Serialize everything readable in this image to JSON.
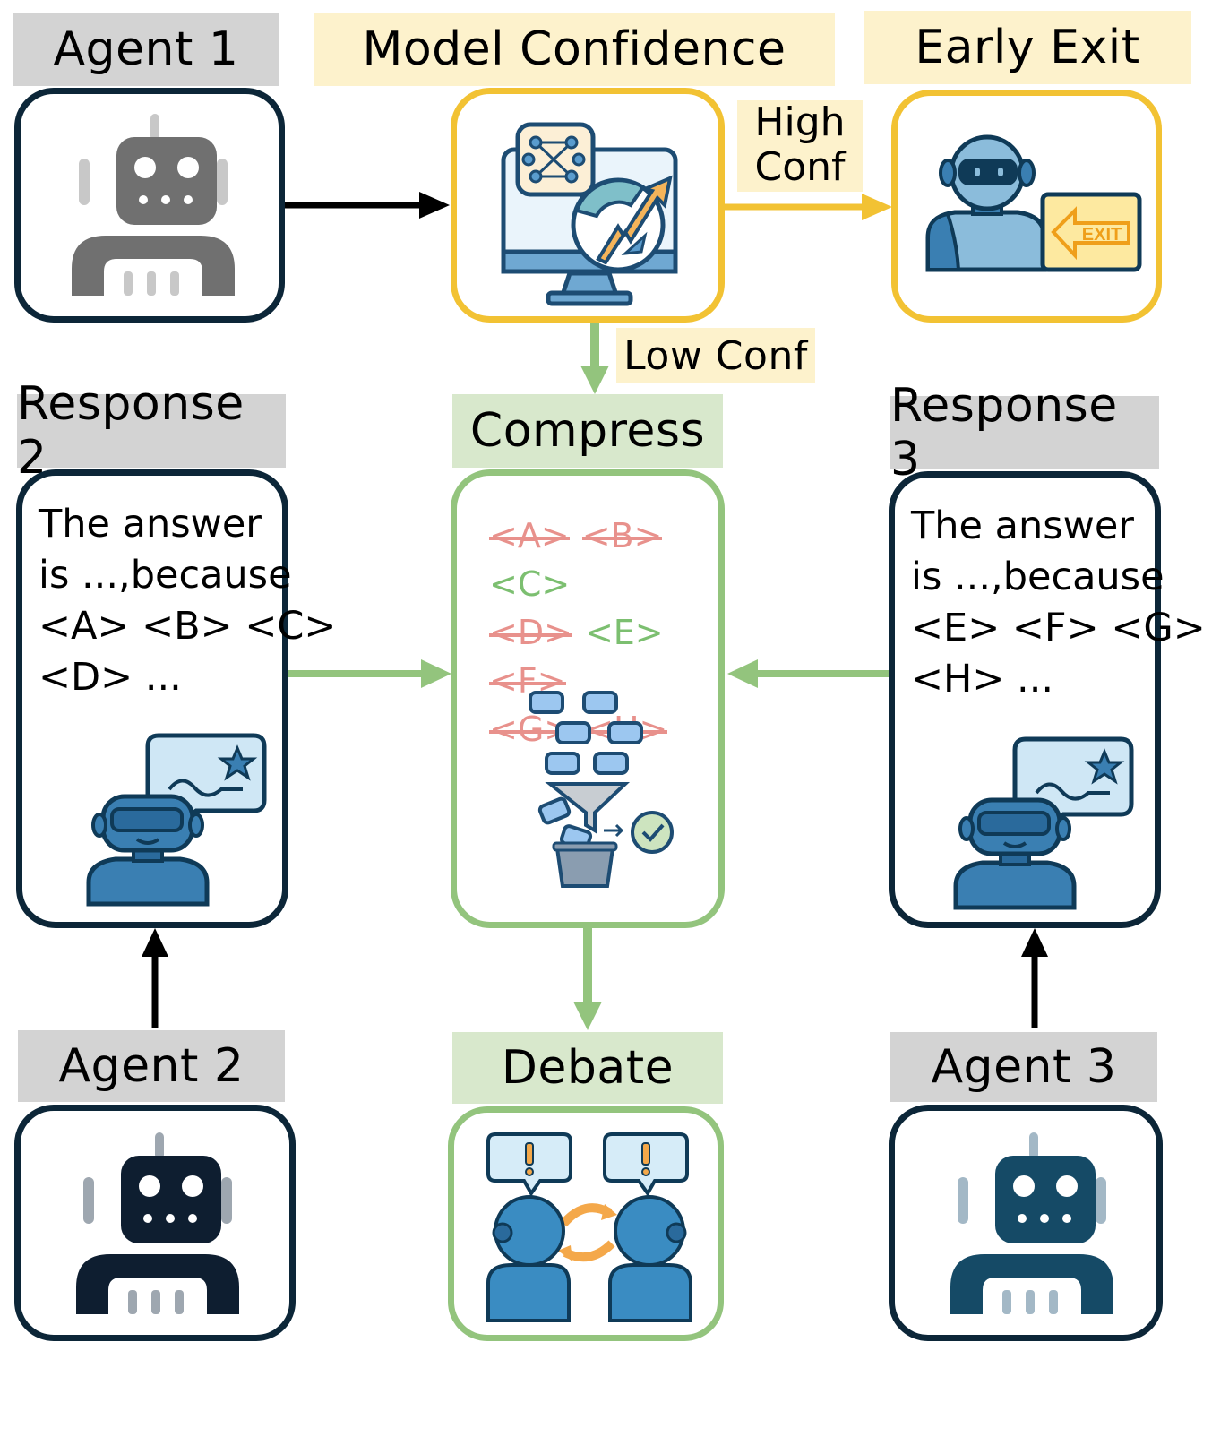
{
  "nodes": {
    "agent1": {
      "label": "Agent 1"
    },
    "agent2": {
      "label": "Agent 2"
    },
    "agent3": {
      "label": "Agent 3"
    },
    "model_confidence": {
      "label": "Model Confidence"
    },
    "early_exit": {
      "label": "Early Exit",
      "sign_text": "EXIT"
    },
    "response2": {
      "label": "Response 2",
      "text": "The answer\nis ...,because\n<A> <B> <C>\n<D> ..."
    },
    "response3": {
      "label": "Response 3",
      "text": "The answer\nis ...,because\n<E> <F> <G>\n<H> ..."
    },
    "compress": {
      "label": "Compress",
      "tokens": [
        {
          "text": "<A>",
          "status": "removed"
        },
        {
          "text": "<B>",
          "status": "removed"
        },
        {
          "text": "<C>",
          "status": "kept"
        },
        {
          "text": "<D>",
          "status": "removed"
        },
        {
          "text": "<E>",
          "status": "kept"
        },
        {
          "text": "<F>",
          "status": "removed"
        },
        {
          "text": "<G>",
          "status": "removed"
        },
        {
          "text": "<H>",
          "status": "removed"
        }
      ]
    },
    "debate": {
      "label": "Debate"
    }
  },
  "edges": {
    "high_conf": {
      "label_line1": "High",
      "label_line2": "Conf"
    },
    "low_conf": {
      "label": "Low Conf"
    }
  },
  "colors": {
    "agent_gray": "#707070",
    "agent_navy": "#0e1e30",
    "agent_teal": "#154a66",
    "confidence_yellow": "#f2c233",
    "compress_green": "#93c47d",
    "removed_token": "#e8918c",
    "kept_token": "#7cbf70"
  }
}
